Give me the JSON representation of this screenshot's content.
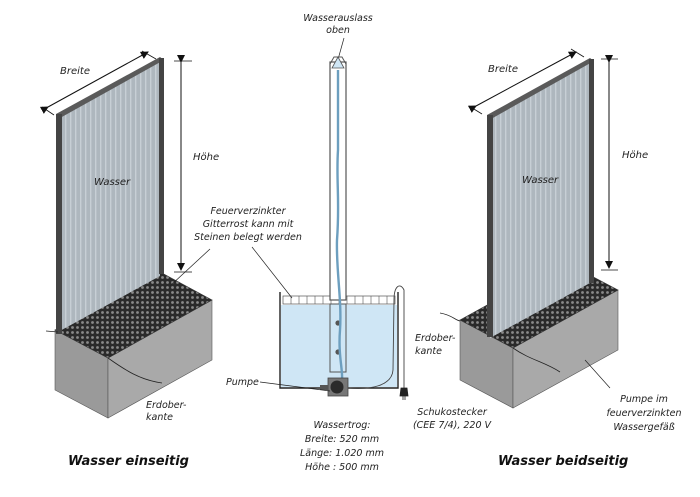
{
  "diagram": {
    "left": {
      "caption": "Wasser einseitig",
      "width_label": "Breite",
      "height_label": "Höhe",
      "panel_label": "Wasser",
      "ground_label": [
        "Erdober-",
        "kante"
      ]
    },
    "center": {
      "outlet_label": [
        "Wasserauslass",
        "oben"
      ],
      "grate_label": [
        "Feuerverzinkter",
        "Gitterrost kann mit",
        "Steinen belegt werden"
      ],
      "pump_label": "Pumpe",
      "ground_label": [
        "Erdober-",
        "kante"
      ],
      "plug_label": [
        "Schukostecker",
        "(CEE 7/4), 220 V"
      ],
      "trough_label": [
        "Wassertrog:",
        "Breite: 520 mm",
        "Länge: 1.020 mm",
        "Höhe : 500 mm"
      ]
    },
    "right": {
      "caption": "Wasser beidseitig",
      "width_label": "Breite",
      "height_label": "Höhe",
      "panel_label": "Wasser",
      "pump_label": [
        "Pumpe im",
        "feuerverzinkten",
        "Wassergefäß"
      ]
    },
    "colors": {
      "water": "#cfe6f5",
      "panel": "#a9b2b9",
      "frame": "#4a4a4a",
      "box_front": "#9d9d9d",
      "box_side": "#b4b4b4",
      "grate": "#2f2f2f"
    }
  }
}
